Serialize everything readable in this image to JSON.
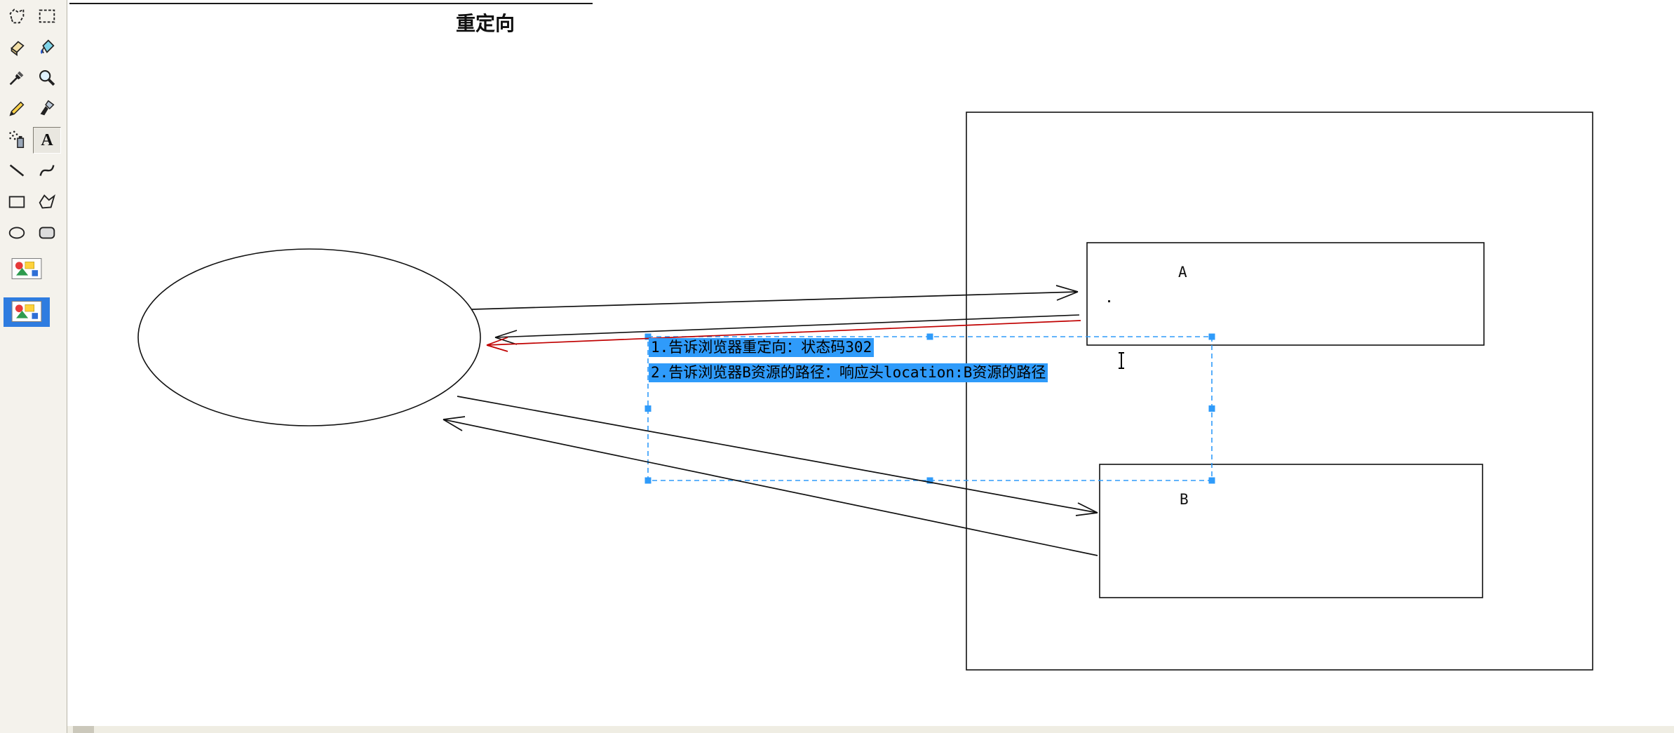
{
  "toolbar": {
    "tools": [
      {
        "id": "free-form-select",
        "selected": false
      },
      {
        "id": "select",
        "selected": false
      },
      {
        "id": "eraser",
        "selected": false
      },
      {
        "id": "fill-with-color",
        "selected": false
      },
      {
        "id": "pick-color",
        "selected": false
      },
      {
        "id": "magnifier",
        "selected": false
      },
      {
        "id": "pencil",
        "selected": false
      },
      {
        "id": "brush",
        "selected": false
      },
      {
        "id": "airbrush",
        "selected": false
      },
      {
        "id": "text",
        "selected": true
      },
      {
        "id": "line",
        "selected": false
      },
      {
        "id": "curve",
        "selected": false
      },
      {
        "id": "rectangle",
        "selected": false
      },
      {
        "id": "polygon",
        "selected": false
      },
      {
        "id": "ellipse",
        "selected": false
      },
      {
        "id": "rounded-rectangle",
        "selected": false
      }
    ],
    "text_tool_glyph": "A",
    "options": [
      {
        "id": "opaque-background",
        "selected": false
      },
      {
        "id": "transparent-background",
        "selected": true
      }
    ]
  },
  "diagram": {
    "title": "重定向",
    "nodes": [
      {
        "id": "browser",
        "shape": "ellipse",
        "label": ""
      },
      {
        "id": "server",
        "shape": "rect",
        "label": ""
      },
      {
        "id": "resource-a",
        "shape": "rect",
        "label": "A"
      },
      {
        "id": "resource-b",
        "shape": "rect",
        "label": "B"
      }
    ],
    "annotation": {
      "line1": "1.告诉浏览器重定向：状态码302",
      "line2": "2.告诉浏览器B资源的路径：响应头location:B资源的路径"
    },
    "edges": [
      {
        "from": "browser",
        "to": "resource-a",
        "color": "#000000"
      },
      {
        "from": "resource-a",
        "to": "browser",
        "color": "#000000"
      },
      {
        "from": "resource-a",
        "to": "browser",
        "color": "#c00000"
      },
      {
        "from": "browser",
        "to": "resource-b",
        "color": "#000000"
      },
      {
        "from": "resource-b",
        "to": "browser",
        "color": "#000000"
      }
    ],
    "colors": {
      "selection_blue": "#2f9bfa",
      "redirect_red": "#c00000",
      "ink": "#000000"
    }
  }
}
